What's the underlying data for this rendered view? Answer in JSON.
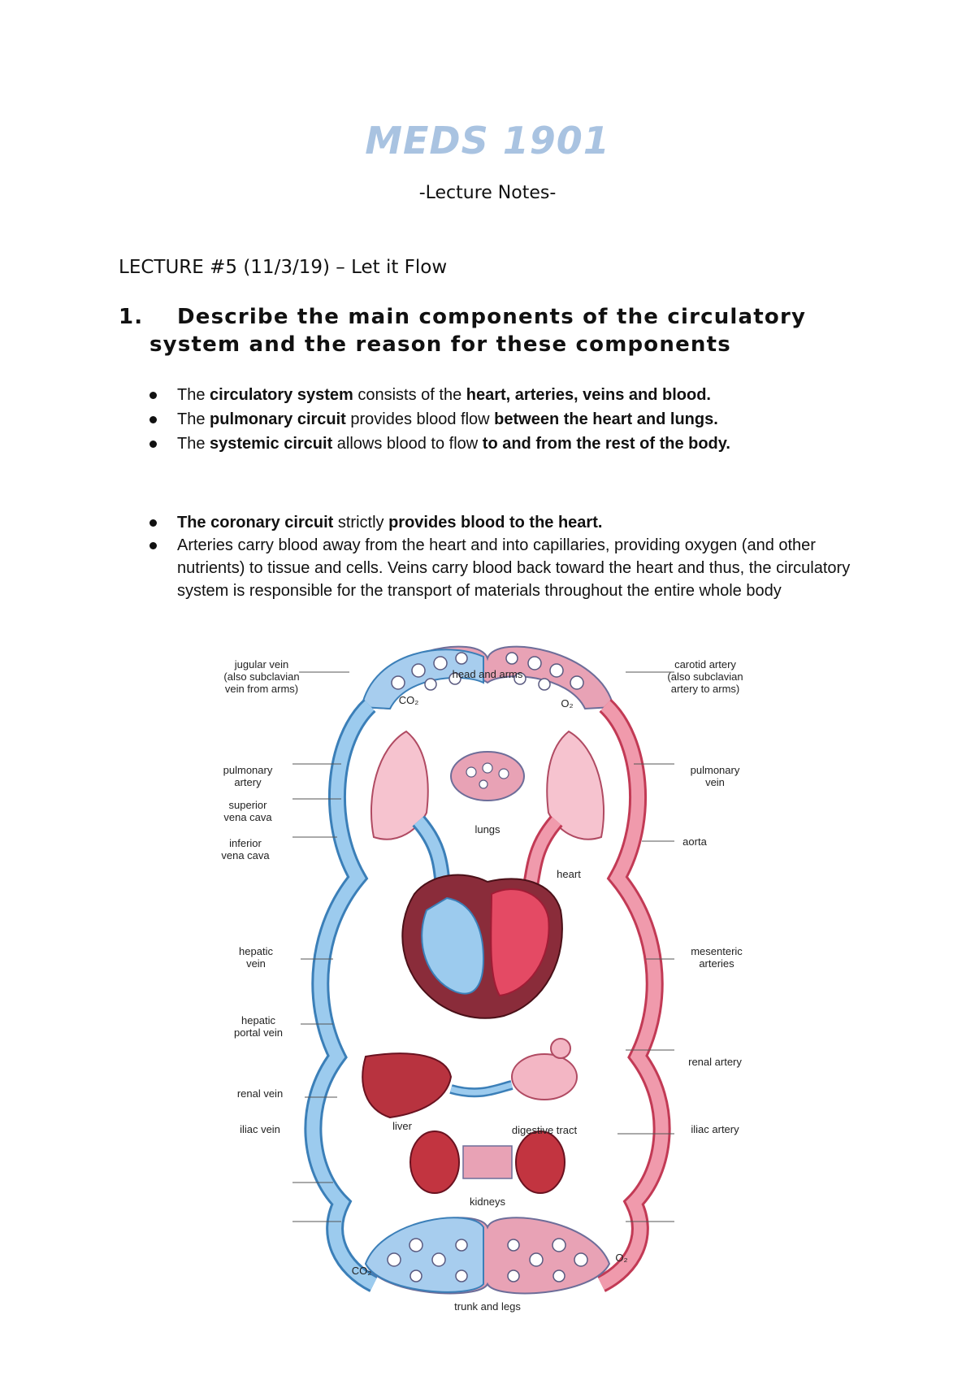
{
  "doc": {
    "title": "MEDS 1901",
    "subtitle": "-Lecture Notes-",
    "lecture": "LECTURE #5 (11/3/19) – Let it Flow",
    "question": {
      "number": "1.",
      "line1": "Describe the main components of the circulatory",
      "line2": "system and the reason for these components"
    },
    "bullets_group1": [
      {
        "parts": [
          [
            "The ",
            0
          ],
          [
            "circulatory system",
            1
          ],
          [
            " consists of the ",
            0
          ],
          [
            "heart, arteries, veins and blood.",
            1
          ]
        ]
      },
      {
        "parts": [
          [
            "The ",
            0
          ],
          [
            "pulmonary circuit",
            1
          ],
          [
            " provides blood flow ",
            0
          ],
          [
            "between the heart and lungs.",
            1
          ]
        ]
      },
      {
        "parts": [
          [
            "The ",
            0
          ],
          [
            "systemic circuit",
            1
          ],
          [
            " allows blood to flow ",
            0
          ],
          [
            "to and from the rest of the body.",
            1
          ]
        ]
      }
    ],
    "bullets_group2": [
      {
        "parts": [
          [
            "The ",
            1
          ],
          [
            "coronary circuit",
            1
          ],
          [
            " strictly ",
            0
          ],
          [
            "provides blood to the heart.",
            1
          ]
        ]
      },
      {
        "parts": [
          [
            "Arteries carry blood away from the heart and into capillaries, providing oxygen (and other nutrients) to tissue and cells. Veins carry blood back toward the heart and thus, the circulatory system is responsible for the transport of materials throughout the entire whole body",
            0
          ]
        ]
      }
    ]
  },
  "diagram": {
    "labels": {
      "jugular": [
        "jugular vein",
        "(also subclavian",
        "vein from arms)"
      ],
      "head_arms": "head and arms",
      "carotid": [
        "carotid artery",
        "(also subclavian",
        "artery to arms)"
      ],
      "co2_top": "CO₂",
      "o2_top": "O₂",
      "pulm_artery": [
        "pulmonary",
        "artery"
      ],
      "lungs": "lungs",
      "pulm_vein": [
        "pulmonary",
        "vein"
      ],
      "sup_vena": [
        "superior",
        "vena cava"
      ],
      "inf_vena": [
        "inferior",
        "vena cava"
      ],
      "aorta": "aorta",
      "heart": "heart",
      "hepatic_vein": [
        "hepatic",
        "vein"
      ],
      "mesenteric": [
        "mesenteric",
        "arteries"
      ],
      "liver": "liver",
      "hepatic_portal": [
        "hepatic",
        "portal vein"
      ],
      "digestive": "digestive tract",
      "renal_artery": "renal artery",
      "renal_vein": "renal vein",
      "kidneys": "kidneys",
      "iliac_vein": "iliac vein",
      "iliac_artery": "iliac artery",
      "co2_bottom": "CO₂",
      "o2_bottom": "O₂",
      "trunk": "trunk and legs"
    },
    "colors": {
      "vein": "#8fc3e8",
      "vein_stroke": "#3b7fb8",
      "artery": "#ee7f93",
      "artery_stroke": "#c23a55"
    }
  }
}
